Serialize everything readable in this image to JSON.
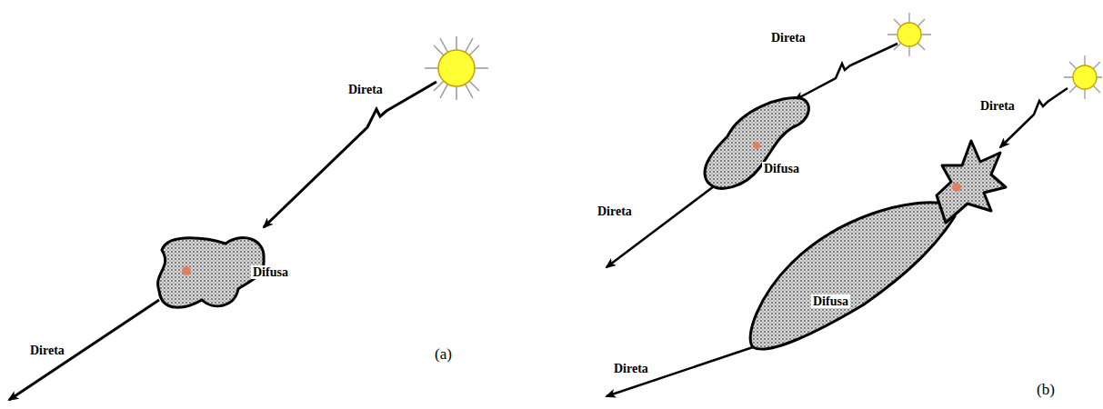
{
  "diagram": {
    "labels": [
      "Direta",
      "Difusa",
      "Direta",
      "(a)",
      "Direta",
      "Direta",
      "Difusa",
      "Direta",
      "Difusa",
      "Direta",
      "(b)"
    ]
  }
}
